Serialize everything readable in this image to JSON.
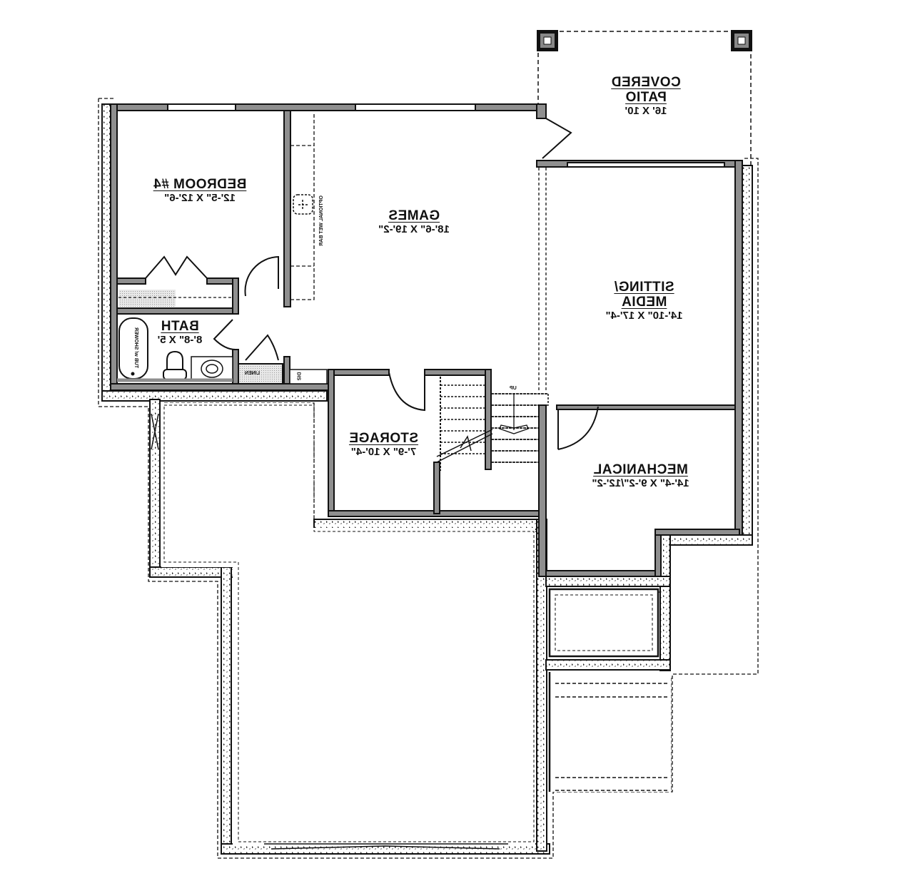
{
  "plan": {
    "orientation": "mirrored-horizontally",
    "colors": {
      "wall_fill": "#8f8f8f",
      "wall_outline": "#111111",
      "background": "#ffffff",
      "hatch": "#cfcfcf"
    }
  },
  "rooms": {
    "covered_patio": {
      "name_line1": "COVERED",
      "name_line2": "PATIO",
      "dim": "16' X 10'"
    },
    "bedroom4": {
      "name": "BEDROOM #4",
      "dim": "12'-5\" X 12'-6\""
    },
    "games": {
      "name": "GAMES",
      "dim": "18'-6\" X 19'-2\""
    },
    "sitting_media": {
      "name_line1": "SITTING/",
      "name_line2": "MEDIA",
      "dim": "14'-10\" X 17'-4\""
    },
    "bath": {
      "name": "BATH",
      "dim": "8'-8\" X 5'"
    },
    "storage": {
      "name": "STORAGE",
      "dim": "7'-9\" X 10'-4\""
    },
    "mechanical": {
      "name": "MECHANICAL",
      "dim": "14'-4\" X 9'-2\"/12'-2\""
    }
  },
  "fixtures": {
    "wet_bar": "OPTIONAL WET BAR",
    "tub": "TUB w/ SHOWER",
    "linen": "LINEN",
    "stairs_up": "UP",
    "small_closet": "DIS"
  }
}
